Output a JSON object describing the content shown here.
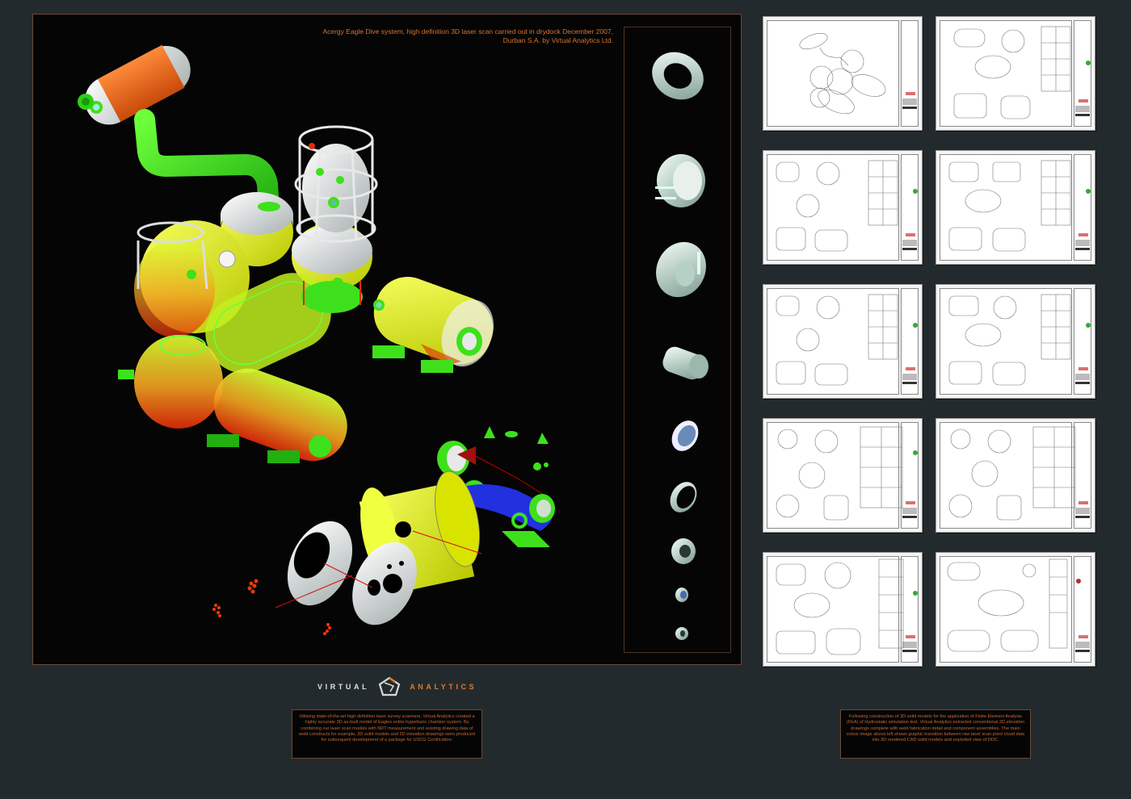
{
  "poster": {
    "background": "#232a2d",
    "accent": "#e07a2e"
  },
  "main_image": {
    "caption": "Acergy Eagle Dive system, high definition 3D laser scan carried out in drydock December 2007, Durban S.A. by Virtual Analytics Ltd.",
    "caption_line1": "Acergy Eagle Dive system, high definition 3D laser scan carried out in drydock December 2007,",
    "caption_line2": "Durban S.A. by Virtual Analytics Ltd.",
    "components": [
      "orange-decompression-chamber",
      "green-transfer-trunk",
      "caged-diving-bell",
      "yellow-hyperbaric-chambers",
      "point-cloud-chambers",
      "exploded-chamber-view"
    ],
    "colors": {
      "orange": "#e8661c",
      "green": "#3ee01c",
      "yellow": "#f2f21c",
      "white": "#e8ecec",
      "blue": "#2230e0",
      "red": "#e0200c"
    }
  },
  "parts_strip": {
    "items": [
      "flange-ring",
      "hatch-door",
      "viewport-assembly",
      "penetrator-body",
      "seal-ring-glass",
      "clamp-ring",
      "bolted-flange",
      "small-seal",
      "small-ring"
    ]
  },
  "drawings": {
    "sheets": [
      {
        "id": 1,
        "type": "general-arrangement"
      },
      {
        "id": 2,
        "type": "chamber-elevation"
      },
      {
        "id": 3,
        "type": "chamber-elevation"
      },
      {
        "id": 4,
        "type": "chamber-elevation"
      },
      {
        "id": 5,
        "type": "chamber-elevation"
      },
      {
        "id": 6,
        "type": "chamber-elevation"
      },
      {
        "id": 7,
        "type": "sphere-elevation"
      },
      {
        "id": 8,
        "type": "sphere-elevation"
      },
      {
        "id": 9,
        "type": "chamber-elevation"
      },
      {
        "id": 10,
        "type": "dcc-elevation"
      }
    ]
  },
  "branding": {
    "word1": "VIRTUAL",
    "word2": "ANALYTICS"
  },
  "text_left": "Utilising state-of-the-art high definition laser survey scanners, Virtual Analytics created a highly accurate 3D as-built model of Eagles entire hyperbaric chamber system.  By combining our laser scan models with NDT measurement and existing drawing data of weld constructs for example, 3D solid models and 2D elevation drawings were produced for subsequent development of a package for USCG Certification.",
  "text_right": "Following construction of 3D solid models for the application of Finite Element Analysis (FEA) of Hydrostatic simulation test, Virtual Analytics extracted conventional 2D elevation drawings complete with weld fabrication detail and component assemblies.  The main colour image above left shows graphic transition between raw laser scan point cloud data into 3D rendered CAD solid models and exploded view of DDC."
}
